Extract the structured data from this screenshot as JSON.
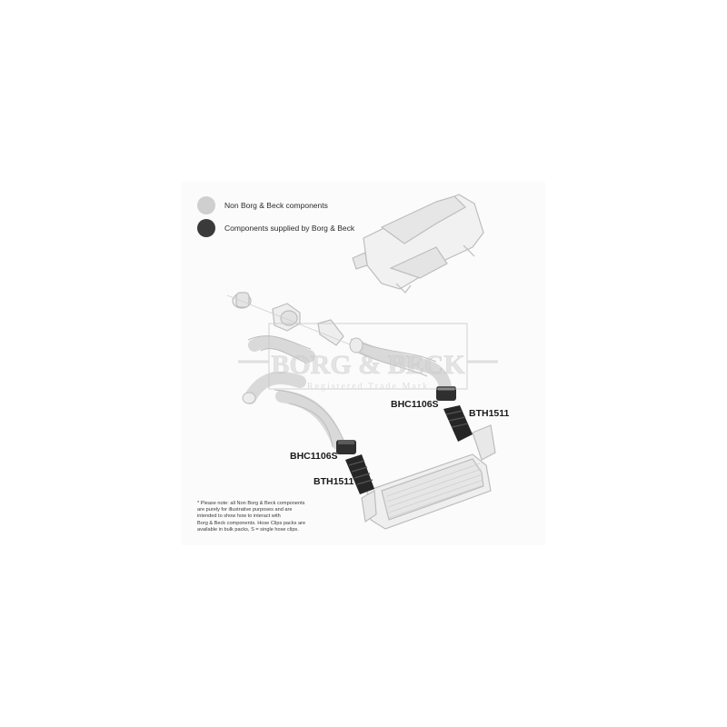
{
  "legend": {
    "non_borg_label": "Non Borg & Beck components",
    "borg_label": "Components supplied by Borg & Beck",
    "non_borg_color": "#cfcfcf",
    "borg_color": "#3a3a3a"
  },
  "parts": {
    "upper_clip": "BHC1106S",
    "upper_hose": "BTH1511",
    "lower_clip": "BHC1106S",
    "lower_hose": "BTH1511"
  },
  "watermark": {
    "brand": "BORG & BECK",
    "tagline": "Registered Trade Mark"
  },
  "note": {
    "lines": [
      "* Please note: all Non Borg & Beck components",
      "are purely for illustrative purposes and are",
      "intended to show how to interact with",
      "Borg & Beck components. Hose Clips packs are",
      "available in bulk packs, S = single hose clips."
    ]
  }
}
